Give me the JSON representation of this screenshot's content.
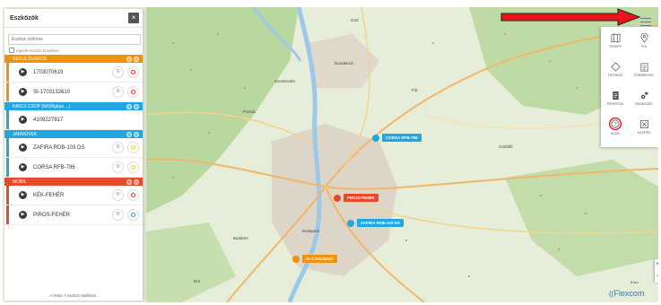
{
  "panel": {
    "title": "Eszközök",
    "close_label": "×",
    "search_placeholder": "Eszköz szűrése",
    "follow_label": "Kijelölt eszköz követése",
    "footer": "A listán 7 eszköz található."
  },
  "groups": [
    {
      "name": "KERÜLŐVÁROS",
      "color": "#f0920f",
      "items": [
        {
          "name": "1703070619",
          "count": "0",
          "eye_color": "#e2323a"
        },
        {
          "name": "SI-1703132610",
          "count": "0",
          "eye_color": "#e2323a"
        }
      ]
    },
    {
      "name": "NINCS CSOP (tk500gkps ...)",
      "color": "#20a6e0",
      "items": [
        {
          "name": "4109227817",
          "count": "0",
          "eye_color": "#e2323a"
        }
      ]
    },
    {
      "name": "JÁRMŰVEK",
      "color": "#20a6e0",
      "items": [
        {
          "name": "ZAFIRA RDB-103 DS",
          "count": "0",
          "eye_color": "#e6cf3a"
        },
        {
          "name": "CORSA RFB-796",
          "count": "0",
          "eye_color": "#e6cf3a"
        }
      ]
    },
    {
      "name": "MOBIL",
      "color": "#e74a2b",
      "items": [
        {
          "name": "KÉK-FEHÉR",
          "count": "0",
          "eye_color": "#e2323a"
        },
        {
          "name": "PIROS-FEHÉR",
          "count": "0",
          "eye_color": "#2f8fe0"
        }
      ]
    }
  ],
  "menu": {
    "items": [
      {
        "label": "TÉRKÉP",
        "icon": "map-icon"
      },
      {
        "label": "POI",
        "icon": "pin-icon"
      },
      {
        "label": "TERVEZŐ",
        "icon": "route-icon"
      },
      {
        "label": "ESEMÉNYEK",
        "icon": "calendar-icon"
      },
      {
        "label": "RIPORTOK",
        "icon": "report-icon"
      },
      {
        "label": "RENDSZER",
        "icon": "gears-icon"
      },
      {
        "label": "SÚGÓ",
        "icon": "help-icon"
      },
      {
        "label": "KILÉPÉS",
        "icon": "exit-icon"
      }
    ]
  },
  "markers": [
    {
      "label": "CORSA RFB-796",
      "color": "#20a6e0"
    },
    {
      "label": "PIROS-FEHÉR",
      "color": "#e74a2b"
    },
    {
      "label": "ZAFIRA RDB-103 DS",
      "color": "#20a6e0"
    },
    {
      "label": "SI-1703132610",
      "color": "#f0920f"
    }
  ],
  "places": [
    "Budapest",
    "Dunakeszi",
    "Göd",
    "Gödöllő",
    "Budaörs",
    "Érd",
    "Fót",
    "Szentendre",
    "Pomáz"
  ],
  "logo": "Flexcom",
  "zoom": {
    "plus": "+",
    "minus": "−"
  },
  "scale": "5 km"
}
